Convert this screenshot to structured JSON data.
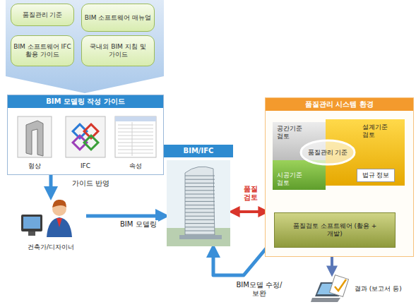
{
  "diagram": {
    "nodes": [
      {
        "text": [
          "품질관리 기준"
        ]
      },
      {
        "text": [
          "BIM 소프트웨어 매뉴얼"
        ]
      },
      {
        "text": [
          "BIM 소프트웨어 IFC 활용 가이드"
        ]
      },
      {
        "text": [
          "국내외 BIM 지침 및 가이드"
        ]
      },
      {
        "text": [
          "BIM 모델링 작성 가이드"
        ]
      },
      {
        "text": [
          "형상"
        ],
        "in": 4
      },
      {
        "text": [
          "IFC"
        ],
        "in": 4
      },
      {
        "text": [
          "속성"
        ],
        "in": 4
      },
      {
        "text": [
          "건축가/디자이너"
        ]
      },
      {
        "text": [
          "BIM/IFC"
        ]
      },
      {
        "text": [
          "품질관리 시스템 환경"
        ]
      },
      {
        "text": [
          "공간기준 검토"
        ],
        "in": 10
      },
      {
        "text": [
          "설계기준 검토"
        ],
        "in": 10
      },
      {
        "text": [
          "시공기준 검토"
        ],
        "in": 10
      },
      {
        "text": [
          "법규 정보"
        ],
        "in": 12
      },
      {
        "text": [
          "품질관리 기준"
        ],
        "in": 10
      },
      {
        "text": [
          "품질검토 소프트웨어 (활용 + 개발)"
        ],
        "in": 10
      },
      {
        "text": [
          "결과 (보고서 등)"
        ]
      }
    ],
    "edges": [
      {
        "from": 4,
        "to": 8,
        "label": "가이드 반영",
        "arrow": "to"
      },
      {
        "from": 8,
        "to": 9,
        "label": "BIM 모델링",
        "arrow": "to"
      },
      {
        "from": 9,
        "to": 10,
        "label": "품질 검토",
        "arrow": "both"
      },
      {
        "from": 16,
        "to": 12,
        "arrow": "both"
      },
      {
        "from": 16,
        "to": 17,
        "arrow": "to"
      },
      {
        "from": 16,
        "to": 9,
        "label": "BIM모델 수정/보완",
        "arrow": "to"
      }
    ]
  }
}
